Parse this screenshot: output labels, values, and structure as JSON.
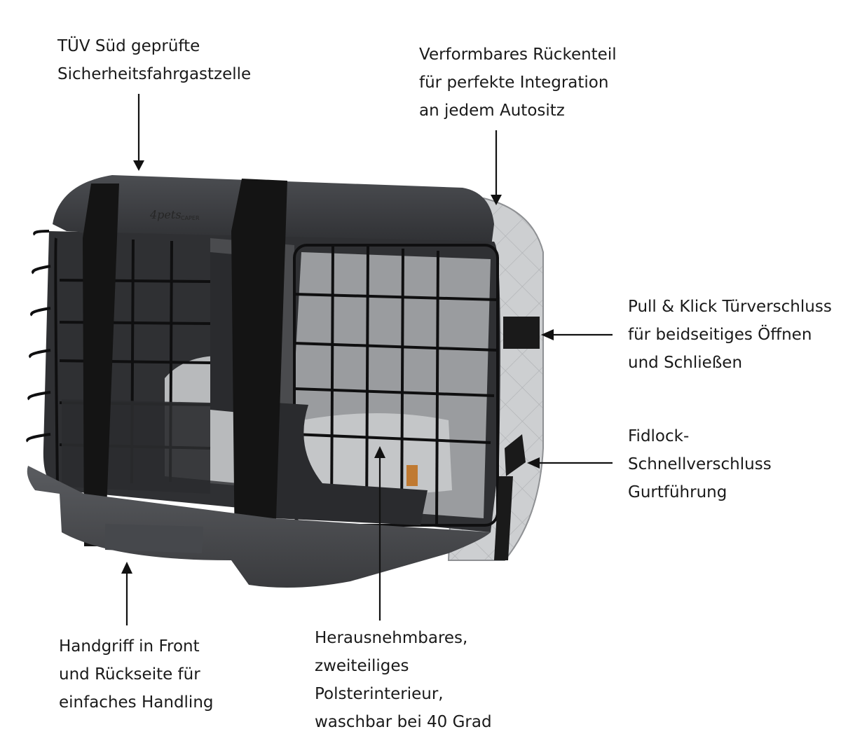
{
  "brand": {
    "logo_text": "4pets",
    "logo_suffix": "CAPER"
  },
  "annotations": {
    "top_left": [
      "TÜV Süd geprüfte",
      "Sicherheitsfahrgastzelle"
    ],
    "top_right": [
      "Verformbares Rückenteil",
      "für perfekte Integration",
      "an jedem Autositz"
    ],
    "right_lock": [
      "Pull & Klick Türverschluss",
      "für beidseitiges Öffnen",
      "und Schließen"
    ],
    "right_belt": [
      "Fidlock-",
      "Schnellverschluss",
      "Gurtführung"
    ],
    "bottom_left": [
      "Handgriff in Front",
      "und Rückseite für",
      "einfaches Handling"
    ],
    "bottom_center": [
      "Herausnehmbares,",
      "zweiteiliges",
      "Polsterinterieur,",
      "waschbar bei 40 Grad"
    ]
  },
  "colors": {
    "shell_dark": "#3c3d40",
    "shell_mid": "#55575b",
    "strap": "#141414",
    "side_panel": "#c9cbcd",
    "cushion": "#b7b9bb",
    "grille": "#1e1f21",
    "arrow": "#111111"
  }
}
